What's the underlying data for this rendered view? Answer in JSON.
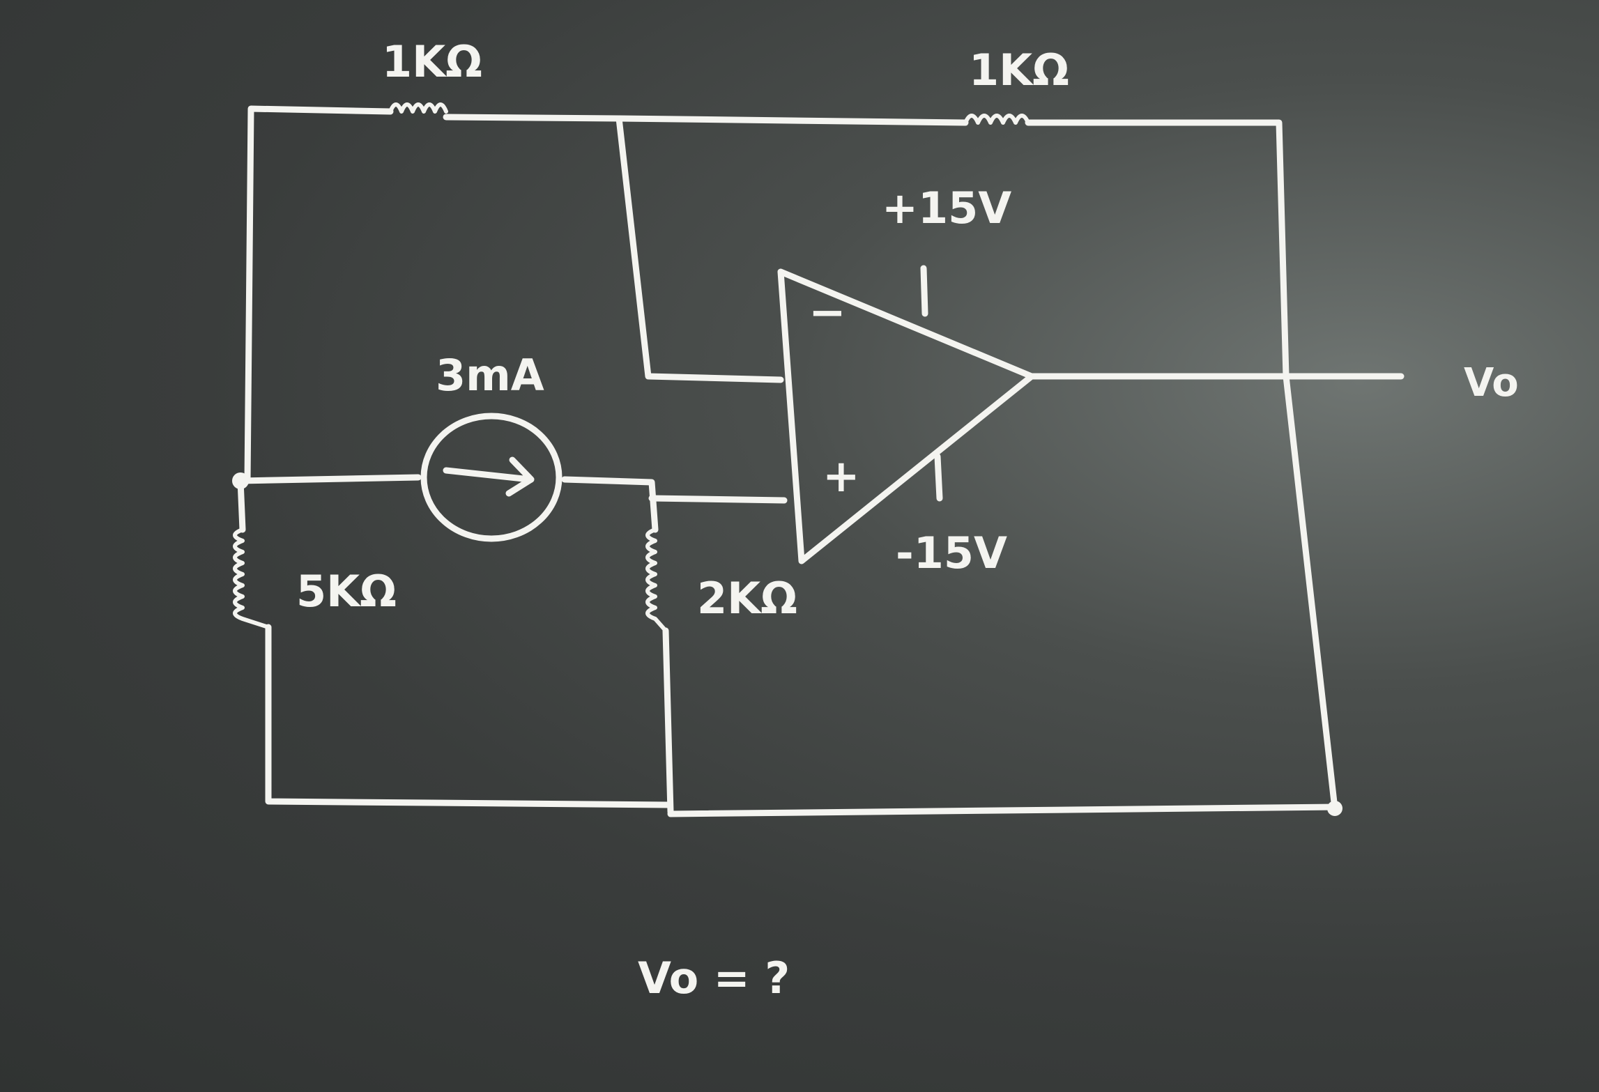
{
  "labels": {
    "r_top_left": "1KΩ",
    "r_top_right": "1KΩ",
    "r_left": "5KΩ",
    "r_middle": "2KΩ",
    "current_source": "3mA",
    "supply_pos": "+15V",
    "supply_neg": "-15V",
    "opamp_inv": "−",
    "opamp_noninv": "+",
    "output": "Vo",
    "question": "Vo = ?"
  }
}
